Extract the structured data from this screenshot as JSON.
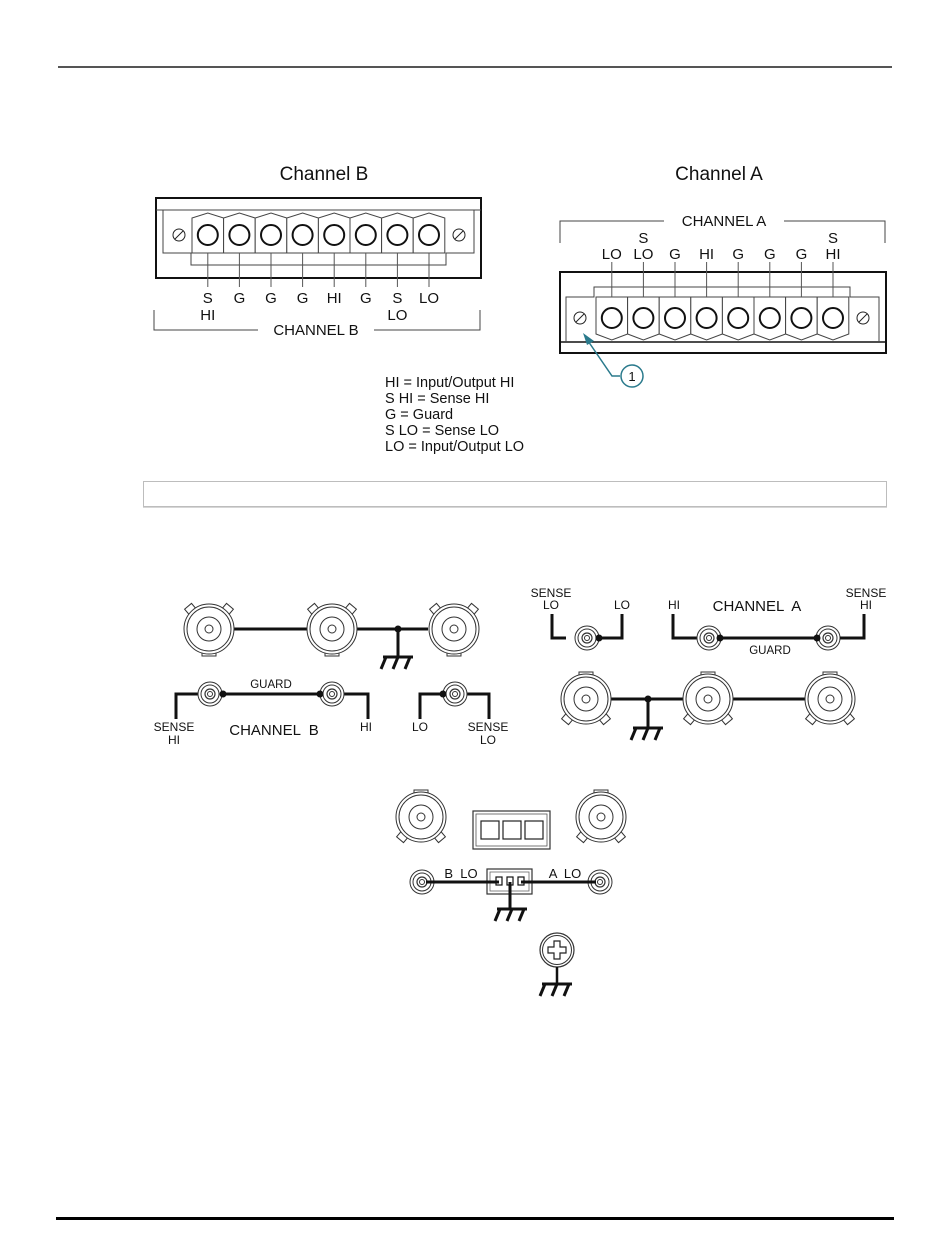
{
  "page": {
    "caption_text": ""
  },
  "terminal_blocks": {
    "channel_b": {
      "title": "Channel B",
      "bracket_label": "CHANNEL B",
      "terminals": [
        {
          "top": "S",
          "bottom": "HI"
        },
        {
          "top": "G",
          "bottom": ""
        },
        {
          "top": "G",
          "bottom": ""
        },
        {
          "top": "G",
          "bottom": ""
        },
        {
          "top": "HI",
          "bottom": ""
        },
        {
          "top": "G",
          "bottom": ""
        },
        {
          "top": "S",
          "bottom": "LO"
        },
        {
          "top": "LO",
          "bottom": ""
        }
      ]
    },
    "channel_a": {
      "title": "Channel A",
      "bracket_label": "CHANNEL A",
      "terminals": [
        {
          "top": "",
          "bottom": "LO"
        },
        {
          "top": "S",
          "bottom": "LO"
        },
        {
          "top": "",
          "bottom": "G"
        },
        {
          "top": "",
          "bottom": "HI"
        },
        {
          "top": "",
          "bottom": "G"
        },
        {
          "top": "",
          "bottom": "G"
        },
        {
          "top": "",
          "bottom": "G"
        },
        {
          "top": "S",
          "bottom": "HI"
        }
      ],
      "callout_number": "1",
      "callout_color": "#2a7a8c"
    }
  },
  "legend": [
    "HI = Input/Output HI",
    "S HI = Sense HI",
    "G = Guard",
    "S LO = Sense LO",
    "LO = Input/Output LO"
  ],
  "triax_panel_b": {
    "channel_label": "CHANNEL  B",
    "guard_label": "GUARD",
    "sense_hi_label": [
      "SENSE",
      "HI"
    ],
    "hi_label": "HI",
    "lo_label": "LO",
    "sense_lo_label": [
      "SENSE",
      "LO"
    ]
  },
  "triax_panel_a": {
    "channel_label": "CHANNEL  A",
    "guard_label": "GUARD",
    "sense_lo_label": [
      "SENSE",
      "LO"
    ],
    "lo_label": "LO",
    "hi_label": "HI",
    "sense_hi_label": [
      "SENSE",
      "HI"
    ]
  },
  "low_panel": {
    "b_lo_label": "B  LO",
    "a_lo_label": "A  LO"
  }
}
